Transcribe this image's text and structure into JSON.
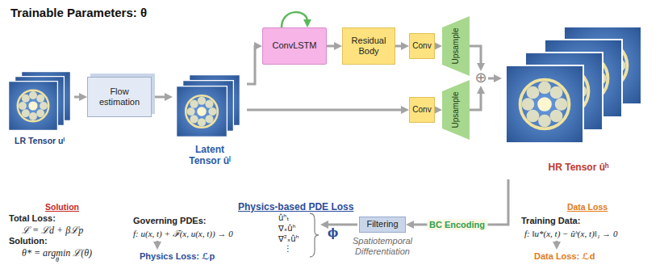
{
  "diagram": {
    "nodes": [
      {
        "text": [
          "Trainable Parameters: θ"
        ]
      },
      {
        "text": [
          "LR Tensor uˡ"
        ],
        "in": 0
      },
      {
        "text": [
          "Flow estimation"
        ],
        "in": 0
      },
      {
        "text": [
          "Latent Tensor ûˡ"
        ],
        "in": 0
      },
      {
        "text": [
          "ConvLSTM"
        ],
        "in": 0
      },
      {
        "text": [
          "Residual Body"
        ],
        "in": 0
      },
      {
        "text": [
          "Conv"
        ],
        "in": 0
      },
      {
        "text": [
          "Upsample"
        ],
        "in": 0
      },
      {
        "text": [
          "⊕"
        ],
        "in": 0
      },
      {
        "text": [
          "Conv"
        ],
        "in": 0
      },
      {
        "text": [
          "Upsample"
        ],
        "in": 0
      },
      {
        "text": [
          "HR Tensor ûʰ"
        ],
        "in": 0
      },
      {
        "text": [
          "Solution",
          "Total Loss:",
          "ℒ = ℒd + βℒp",
          "Solution:",
          "θ* = argmin ℒ(θ)",
          "θ"
        ]
      },
      {
        "text": [
          "Physics-based PDE Loss",
          "Governing PDEs:",
          "f: u(x, t) + ℱ(x, u(x, t)) → 0",
          "Physics Loss: ℒp"
        ]
      },
      {
        "text": [
          "Filtering"
        ],
        "in": 13
      },
      {
        "text": [
          "Data Loss",
          "Training Data:",
          "f: ‖u*(x, t) − ûʰ(x, t)‖₁ → 0",
          "Data Loss: ℒd"
        ]
      }
    ],
    "edges": [
      {
        "from": 1,
        "to": 2,
        "arrow": "to"
      },
      {
        "from": 2,
        "to": 3,
        "arrow": "to"
      },
      {
        "from": 3,
        "to": 4,
        "arrow": "to"
      },
      {
        "from": 4,
        "to": 4,
        "arrow": "to"
      },
      {
        "from": 4,
        "to": 5,
        "arrow": "to"
      },
      {
        "from": 5,
        "to": 6,
        "arrow": "to"
      },
      {
        "from": 6,
        "to": 7,
        "arrow": "to"
      },
      {
        "from": 7,
        "to": 8,
        "arrow": "to"
      },
      {
        "from": 3,
        "to": 9,
        "arrow": "to"
      },
      {
        "from": 9,
        "to": 10,
        "arrow": "to"
      },
      {
        "from": 10,
        "to": 8,
        "arrow": "to"
      },
      {
        "from": 8,
        "to": 11,
        "arrow": "to"
      },
      {
        "from": 11,
        "to": 14,
        "label": "BC Encoding",
        "arrow": "to"
      }
    ],
    "labels": [
      "ûʰₜ",
      "∇ₓûʰ",
      "∇²ₓûʰ",
      "⋮",
      "ϕ",
      "Spatiotemporal Differentiation"
    ]
  }
}
